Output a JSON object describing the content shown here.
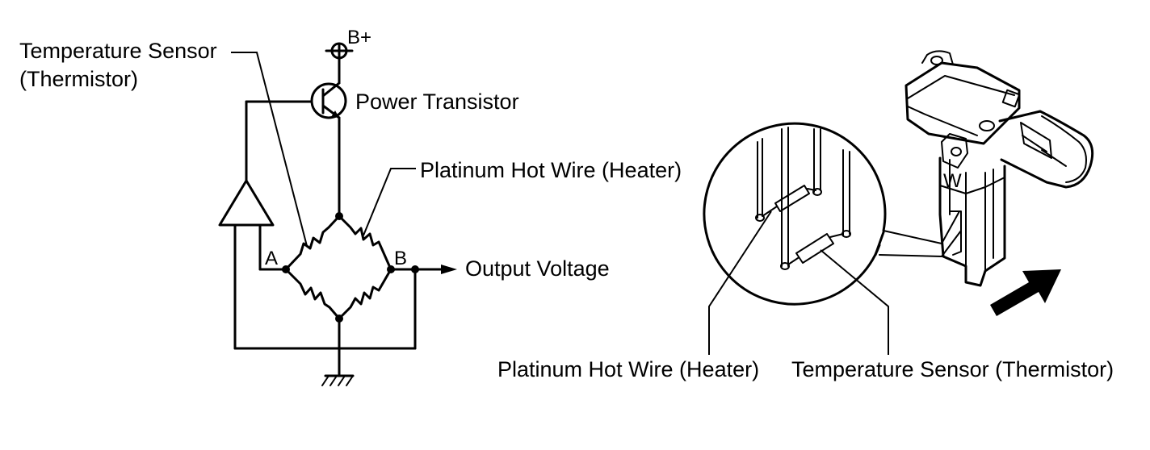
{
  "circuit": {
    "label_temp_sensor_line1": "Temperature Sensor",
    "label_temp_sensor_line2": "(Thermistor)",
    "label_supply": "B+",
    "label_transistor": "Power Transistor",
    "label_hot_wire": "Platinum Hot Wire (Heater)",
    "label_node_a": "A",
    "label_node_b": "B",
    "label_output": "Output Voltage"
  },
  "sensor": {
    "label_hot_wire": "Platinum Hot Wire (Heater)",
    "label_temp_sensor": "Temperature Sensor (Thermistor)"
  }
}
